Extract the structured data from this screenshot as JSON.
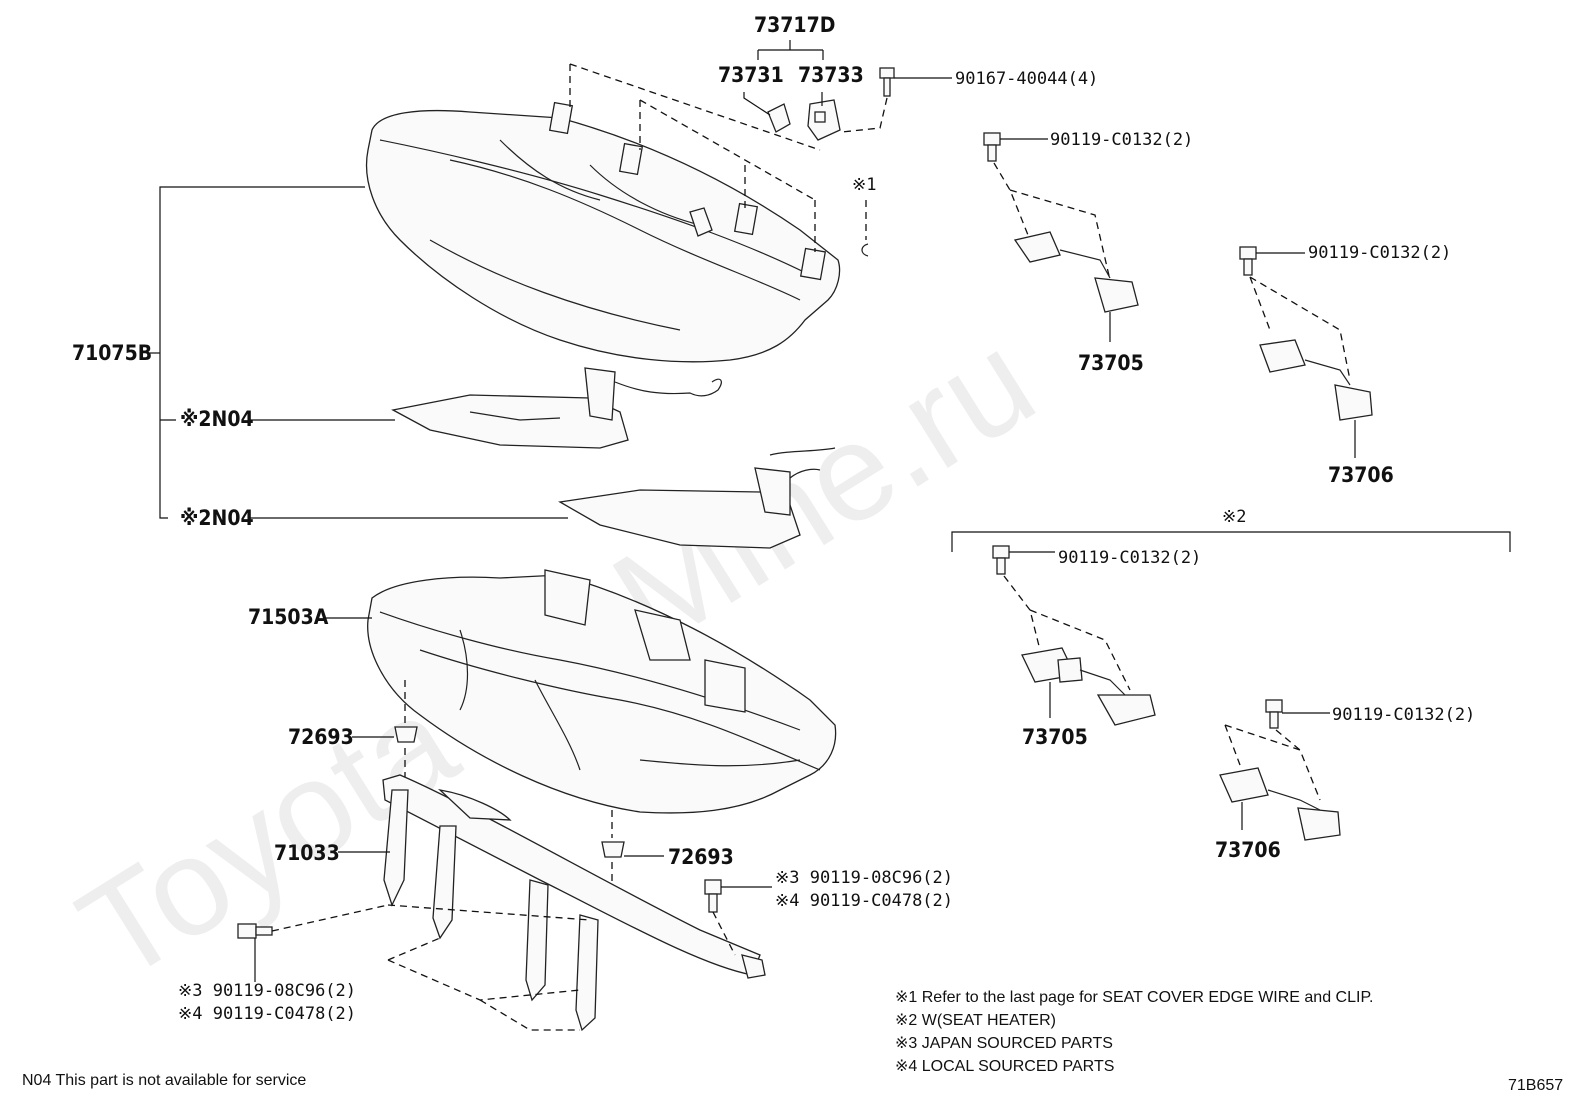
{
  "watermark": "ToyotaCarMine.ru",
  "diagram_code": "71B657",
  "parts": {
    "p73717D": "73717D",
    "p73731": "73731",
    "p73733": "73733",
    "p90167": "90167-40044(4)",
    "ref1": "※1",
    "p71075B": "71075B",
    "n04_a": "※2N04",
    "n04_b": "※2N04",
    "p71503A": "71503A",
    "p72693_a": "72693",
    "p72693_b": "72693",
    "p71033": "71033",
    "bolt_r1": "※3 90119-08C96(2)",
    "bolt_r2": "※4 90119-C0478(2)",
    "bolt_l1": "※3 90119-08C96(2)",
    "bolt_l2": "※4 90119-C0478(2)",
    "upper_bolt1": "90119-C0132(2)",
    "upper_bolt2": "90119-C0132(2)",
    "upper_73705": "73705",
    "upper_73706": "73706",
    "group2_mark": "※2",
    "lower_bolt1": "90119-C0132(2)",
    "lower_bolt2": "90119-C0132(2)",
    "lower_73705": "73705",
    "lower_73706": "73706"
  },
  "notes": [
    "※1 Refer to the last page for SEAT COVER EDGE WIRE and CLIP.",
    "※2 W(SEAT HEATER)",
    "※3 JAPAN SOURCED PARTS",
    "※4 LOCAL SOURCED PARTS"
  ],
  "footnote": "N04  This part is not available for service"
}
